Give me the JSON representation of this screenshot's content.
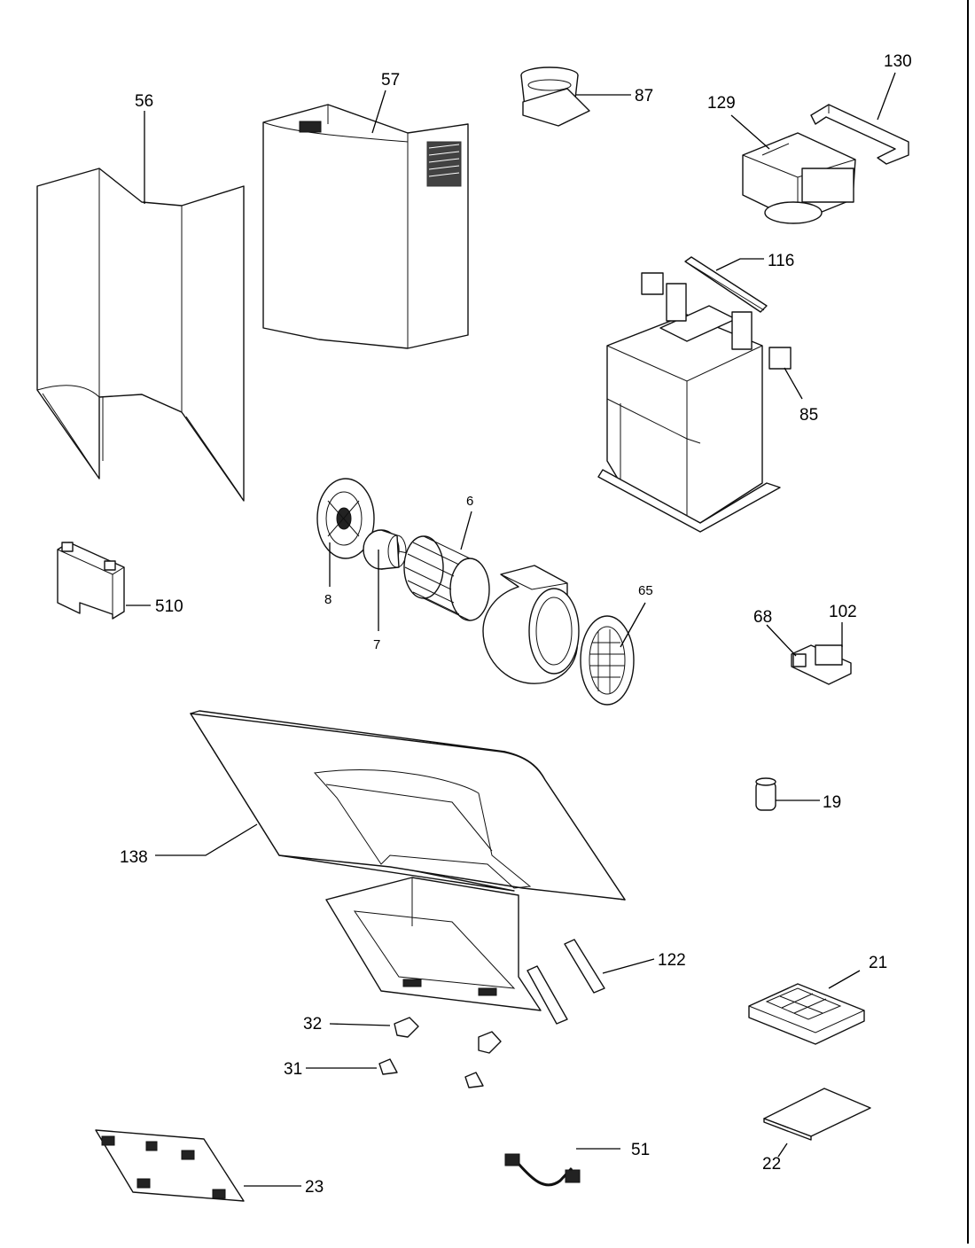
{
  "labels": {
    "p56": "56",
    "p57": "57",
    "p87": "87",
    "p129": "129",
    "p130": "130",
    "p116": "116",
    "p85": "85",
    "p6": "6",
    "p8": "8",
    "p7": "7",
    "p65": "65",
    "p510": "510",
    "p68": "68",
    "p102": "102",
    "p19": "19",
    "p138": "138",
    "p122": "122",
    "p21": "21",
    "p32": "32",
    "p31": "31",
    "p22": "22",
    "p51": "51",
    "p23": "23"
  }
}
